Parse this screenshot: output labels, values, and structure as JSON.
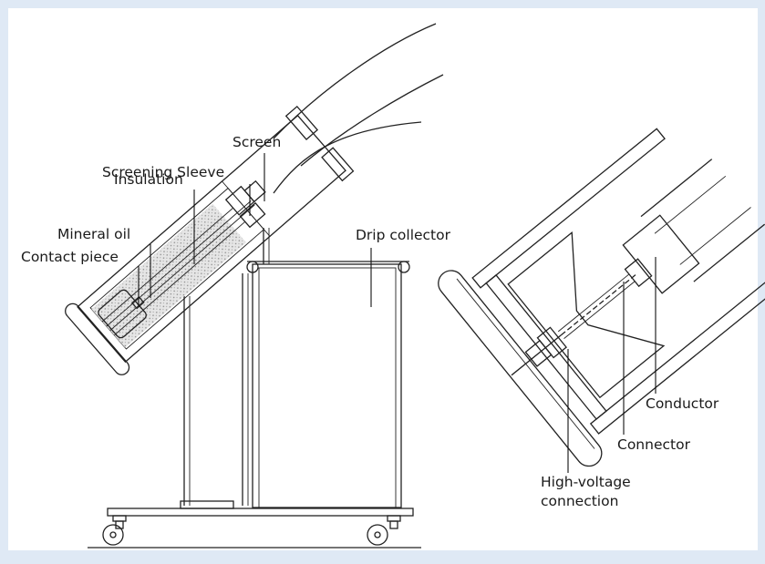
{
  "colors": {
    "background": "#dfe9f5",
    "panel": "#ffffff",
    "line": "#222222",
    "stipple": "#c9c9c9",
    "hatch": "#555555"
  },
  "left_diagram": {
    "labels": {
      "screen": "Screen",
      "screening_sleeve": "Screening Sleeve",
      "insulation": "Insulation",
      "mineral_oil": "Mineral oil",
      "contact_piece": "Contact piece",
      "drip_collector": "Drip collector"
    }
  },
  "right_diagram": {
    "labels": {
      "conductor": "Conductor",
      "connector": "Connector",
      "high_voltage_line1": "High-voltage",
      "high_voltage_line2": "connection"
    }
  }
}
